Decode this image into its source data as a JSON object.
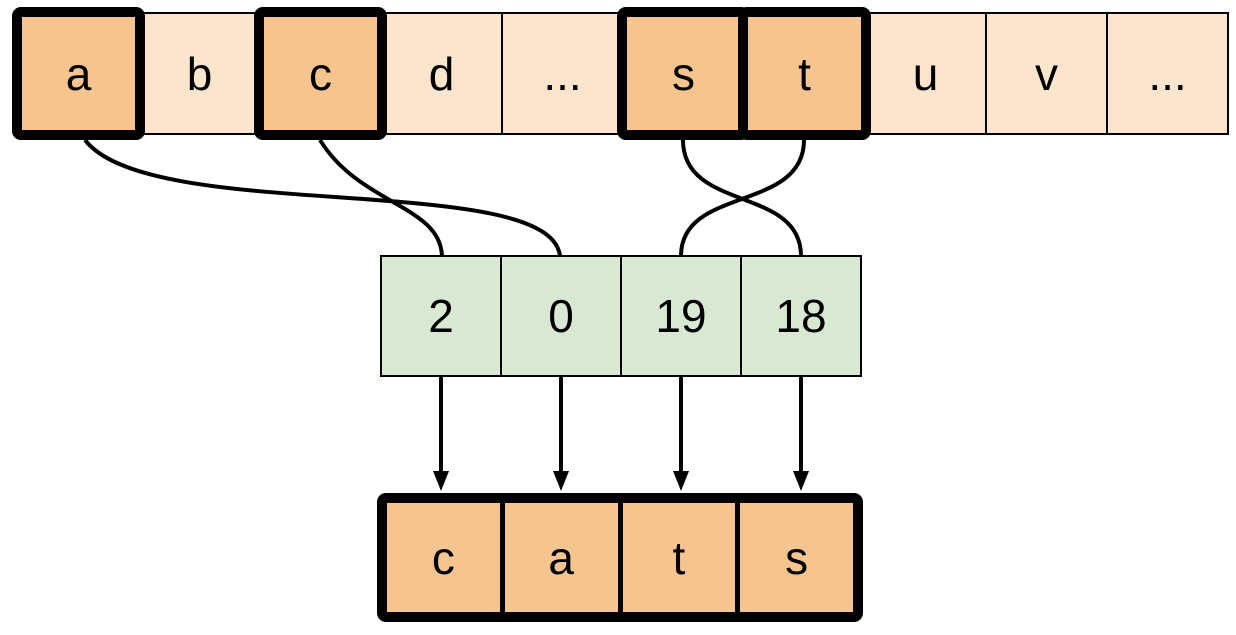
{
  "alphabet_row": {
    "cells": [
      {
        "label": "a",
        "highlighted": true
      },
      {
        "label": "b",
        "highlighted": false
      },
      {
        "label": "c",
        "highlighted": true
      },
      {
        "label": "d",
        "highlighted": false
      },
      {
        "label": "...",
        "highlighted": false
      },
      {
        "label": "s",
        "highlighted": true
      },
      {
        "label": "t",
        "highlighted": true
      },
      {
        "label": "u",
        "highlighted": false
      },
      {
        "label": "v",
        "highlighted": false
      },
      {
        "label": "...",
        "highlighted": false
      }
    ]
  },
  "index_row": {
    "cells": [
      {
        "label": "2"
      },
      {
        "label": "0"
      },
      {
        "label": "19"
      },
      {
        "label": "18"
      }
    ]
  },
  "output_row": {
    "cells": [
      {
        "label": "c"
      },
      {
        "label": "a"
      },
      {
        "label": "t"
      },
      {
        "label": "s"
      }
    ]
  },
  "connections": {
    "curves": [
      {
        "from": "a",
        "to": "0"
      },
      {
        "from": "c",
        "to": "2"
      },
      {
        "from": "s",
        "to": "18"
      },
      {
        "from": "t",
        "to": "19"
      }
    ],
    "arrows": [
      {
        "from": "2",
        "to": "c"
      },
      {
        "from": "0",
        "to": "a"
      },
      {
        "from": "19",
        "to": "t"
      },
      {
        "from": "18",
        "to": "s"
      }
    ]
  },
  "colors": {
    "background": "#ffffff",
    "cell_light": "#fce5cd",
    "cell_highlight": "#f6c48e",
    "index_fill": "#d8e8d3",
    "stroke": "#000000"
  }
}
